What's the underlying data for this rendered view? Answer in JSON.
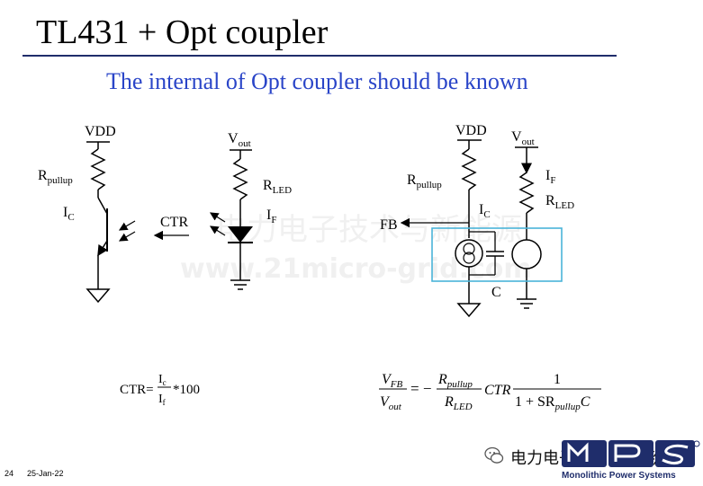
{
  "slide": {
    "title": "TL431 +  Opt coupler",
    "subtitle": "The internal of Opt coupler should be known",
    "page_number": "24",
    "date": "25-Jan-22"
  },
  "left_circuit": {
    "vdd": "VDD",
    "r_main": "R",
    "r_sub": "pullup",
    "i_main": "I",
    "i_sub": "C",
    "ctr": "CTR",
    "vout_main": "V",
    "vout_sub": "out",
    "rled_main": "R",
    "rled_sub": "LED",
    "if_main": "I",
    "if_sub": "F"
  },
  "right_circuit": {
    "vdd": "VDD",
    "vout_main": "V",
    "vout_sub": "out",
    "if_main": "I",
    "if_sub": "F",
    "rled_main": "R",
    "rled_sub": "LED",
    "r_main": "R",
    "r_sub": "pullup",
    "i_main": "I",
    "i_sub": "C",
    "fb": "FB",
    "c": "C"
  },
  "formula_ctr": {
    "lhs": "CTR=",
    "num_main": "I",
    "num_sub": "c",
    "den_main": "I",
    "den_sub": "f",
    "rhs": "*100"
  },
  "formula_transfer": {
    "vfb": "V",
    "vfb_sub": "FB",
    "vout": "V",
    "vout_sub": "out",
    "equals_minus": "= −",
    "rpull": "R",
    "rpull_sub": "pullup",
    "rled": "R",
    "rled_sub": "LED",
    "ctr": "CTR",
    "one": "1",
    "den": "1 + SR",
    "den_sub": "pullup",
    "den_c": "C"
  },
  "watermarks": {
    "center_cn": "电力电子技术与新能源",
    "center_url": "www.21micro-grid.com",
    "footer_cn": "电力电子技术与新能源"
  },
  "logo": {
    "caption": "Monolithic Power Systems",
    "color": "#1f2d6b"
  },
  "colors": {
    "title_rule": "#1f2d6b",
    "subtitle": "#2a45c8",
    "highlight_box": "#4ab4d8"
  }
}
